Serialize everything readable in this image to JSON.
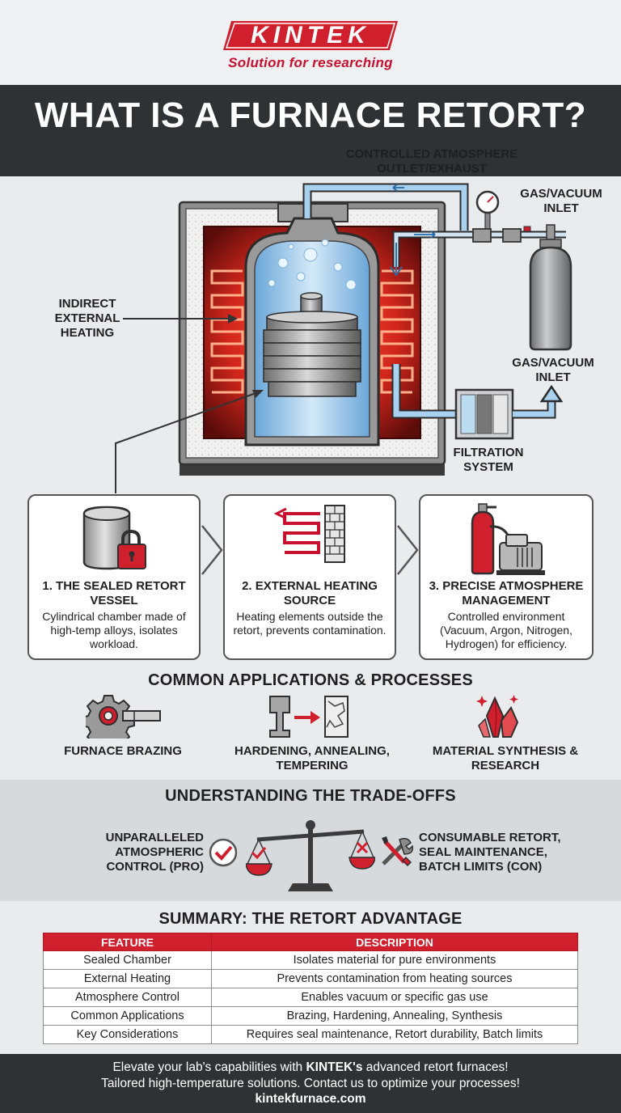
{
  "brand": {
    "logo": "KINTEK",
    "tagline": "Solution for researching",
    "accent": "#d0202e",
    "dark": "#2e3234"
  },
  "title": "WHAT IS A FURNACE RETORT?",
  "diagram": {
    "outlet_label": "CONTROLLED ATMOSPHERE OUTLET/EXHAUST",
    "gas_inlet_top": "GAS/VACUUM INLET",
    "gas_inlet_bottom": "GAS/VACUUM INLET",
    "heating_label": "INDIRECT EXTERNAL HEATING",
    "filtration_label": "FILTRATION SYSTEM"
  },
  "steps": [
    {
      "title": "1. THE SEALED RETORT VESSEL",
      "desc": "Cylindrical chamber made of high-temp alloys, isolates workload.",
      "icon": "lock-cylinder-icon"
    },
    {
      "title": "2. EXTERNAL HEATING SOURCE",
      "desc": "Heating elements outside the retort, prevents contamination.",
      "icon": "heating-coil-icon"
    },
    {
      "title": "3. PRECISE ATMOSPHERE MANAGEMENT",
      "desc": "Controlled environment (Vacuum, Argon, Nitrogen, Hydrogen) for efficiency.",
      "icon": "gas-pump-icon"
    }
  ],
  "applications": {
    "title": "COMMON APPLICATIONS & PROCESSES",
    "items": [
      {
        "label": "FURNACE BRAZING",
        "icon": "gear-brazing-icon"
      },
      {
        "label": "HARDENING, ANNEALING, TEMPERING",
        "icon": "metal-treatment-icon"
      },
      {
        "label": "MATERIAL SYNTHESIS & RESEARCH",
        "icon": "crystal-icon"
      }
    ]
  },
  "tradeoffs": {
    "title": "UNDERSTANDING THE TRADE-OFFS",
    "pro": "UNPARALLELED ATMOSPHERIC CONTROL (PRO)",
    "con": "CONSUMABLE RETORT, SEAL MAINTENANCE, BATCH LIMITS (CON)"
  },
  "summary": {
    "title": "SUMMARY: THE RETORT ADVANTAGE",
    "headers": [
      "FEATURE",
      "DESCRIPTION"
    ],
    "rows": [
      [
        "Sealed Chamber",
        "Isolates material for pure environments"
      ],
      [
        "External Heating",
        "Prevents contamination from heating sources"
      ],
      [
        "Atmosphere Control",
        "Enables vacuum or specific gas use"
      ],
      [
        "Common Applications",
        "Brazing, Hardening, Annealing, Synthesis"
      ],
      [
        "Key Considerations",
        "Requires seal maintenance, Retort durability, Batch limits"
      ]
    ]
  },
  "footer": {
    "line1_pre": "Elevate your lab's capabilities with ",
    "line1_brand": "KINTEK's",
    "line1_post": " advanced retort furnaces!",
    "line2": "Tailored high-temperature solutions. Contact us to optimize your processes!",
    "url": "kintekfurnace.com"
  }
}
